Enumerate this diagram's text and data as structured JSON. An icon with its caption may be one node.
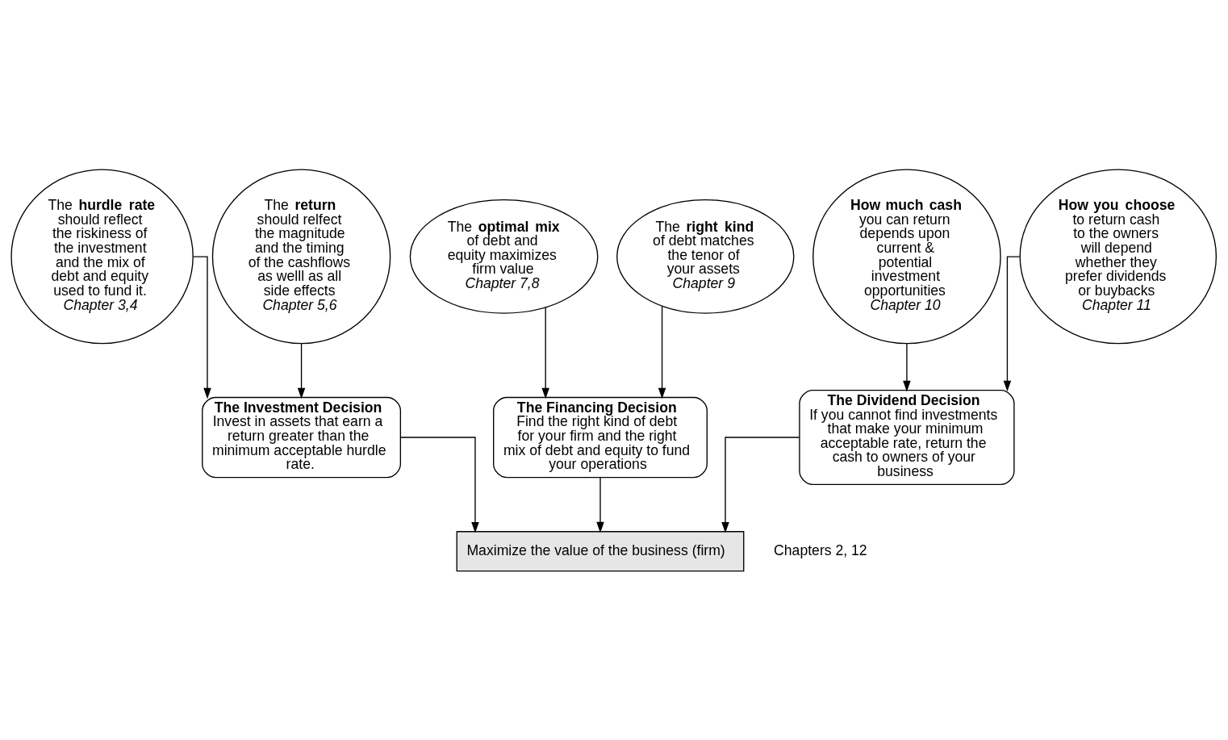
{
  "diagram": {
    "nodes": [
      {
        "text": [
          "The **hurdle rate** should reflect the riskiness of the investment and the mix of debt and equity used to fund it.",
          "Chapter 3,4"
        ]
      },
      {
        "text": [
          "The **return** should relfect the magnitude and the timing of the cashflows as welll as all side effects",
          "Chapter 5,6"
        ]
      },
      {
        "text": [
          "The **optimal mix** of debt and equity maximizes firm value",
          "Chapter 7,8"
        ]
      },
      {
        "text": [
          "The **right kind** of debt matches the tenor of your assets",
          "Chapter 9"
        ]
      },
      {
        "text": [
          "**How much cash** you can return depends upon current  & potential investment opportunities",
          "Chapter 10"
        ]
      },
      {
        "text": [
          "**How you choose** to return cash to the owners will depend whether they prefer dividends or buybacks",
          "Chapter 11"
        ]
      },
      {
        "text": [
          "The Investment Decision",
          "Invest in assets that earn a return greater than the minimum acceptable hurdle rate."
        ]
      },
      {
        "text": [
          "The Financing Decision",
          "Find the right kind of debt for your firm and the right mix of debt and equity to fund your operations"
        ]
      },
      {
        "text": [
          "The Dividend Decision",
          "If you cannot find investments that make your minimum acceptable rate, return the cash to owners of your business"
        ]
      },
      {
        "text": [
          "Maximize the value of the business (firm)"
        ],
        "beside": [
          "Chapters 2, 12"
        ]
      }
    ],
    "edges": [
      {
        "from": 0,
        "to": 6,
        "arrow": "to"
      },
      {
        "from": 1,
        "to": 6,
        "arrow": "to"
      },
      {
        "from": 2,
        "to": 7,
        "arrow": "to"
      },
      {
        "from": 3,
        "to": 7,
        "arrow": "to"
      },
      {
        "from": 4,
        "to": 8,
        "arrow": "to"
      },
      {
        "from": 5,
        "to": 8,
        "arrow": "to"
      },
      {
        "from": 6,
        "to": 9,
        "arrow": "to"
      },
      {
        "from": 7,
        "to": 9,
        "arrow": "to"
      },
      {
        "from": 8,
        "to": 9,
        "arrow": "to"
      }
    ]
  }
}
